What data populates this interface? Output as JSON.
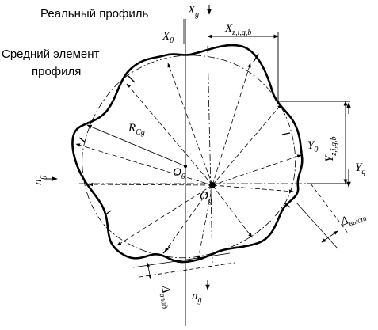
{
  "labels": {
    "real_profile": "Реальный профиль",
    "mean_element_line1": "Средний элемент",
    "mean_element_line2": "профиля"
  },
  "symbols": {
    "xg": {
      "main": "X",
      "sub": "g"
    },
    "x0": {
      "main": "X",
      "sub": "0"
    },
    "xz": {
      "main": "X",
      "sub": "z,i,g,b"
    },
    "rcg": {
      "main": "R",
      "sub": "Cg"
    },
    "o0": {
      "main": "O",
      "sub": "0"
    },
    "og": {
      "main": "O",
      "sub": "g"
    },
    "y0": {
      "main": "Y",
      "sub": "0"
    },
    "yz": {
      "main": "Y",
      "sub": "z,i,g,b"
    },
    "yq": {
      "main": "Y",
      "sub": "q"
    },
    "delta_vpad": {
      "main": "Δ",
      "sub": "впад"
    },
    "delta_vyst": {
      "main": "Δ",
      "sub": "выст"
    },
    "ng_bottom": {
      "main": "n",
      "sub": "g"
    },
    "ng_left": {
      "main": "n",
      "sub": "g"
    }
  }
}
